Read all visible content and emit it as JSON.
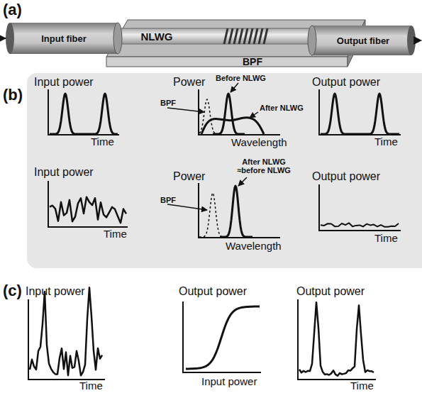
{
  "diagram": {
    "nodes": [
      {
        "text": [
          "Input fiber"
        ]
      },
      {
        "text": [
          "NLWG"
        ]
      },
      {
        "text": [
          "Output fiber"
        ]
      }
    ],
    "labels": [
      "(a)",
      "BPF",
      "(b)",
      "Input power",
      "Time",
      "Power",
      "Before NLWG",
      "BPF",
      "After NLWG",
      "Wavelength",
      "Output power",
      "Time",
      "Input power",
      "Time",
      "Power",
      "After NLWG ≈before NLWG",
      "BPF",
      "Wavelength",
      "Output power",
      "Time",
      "(c)",
      "Input power",
      "Time",
      "Output power",
      "Input power",
      "Output power",
      "Time"
    ]
  }
}
